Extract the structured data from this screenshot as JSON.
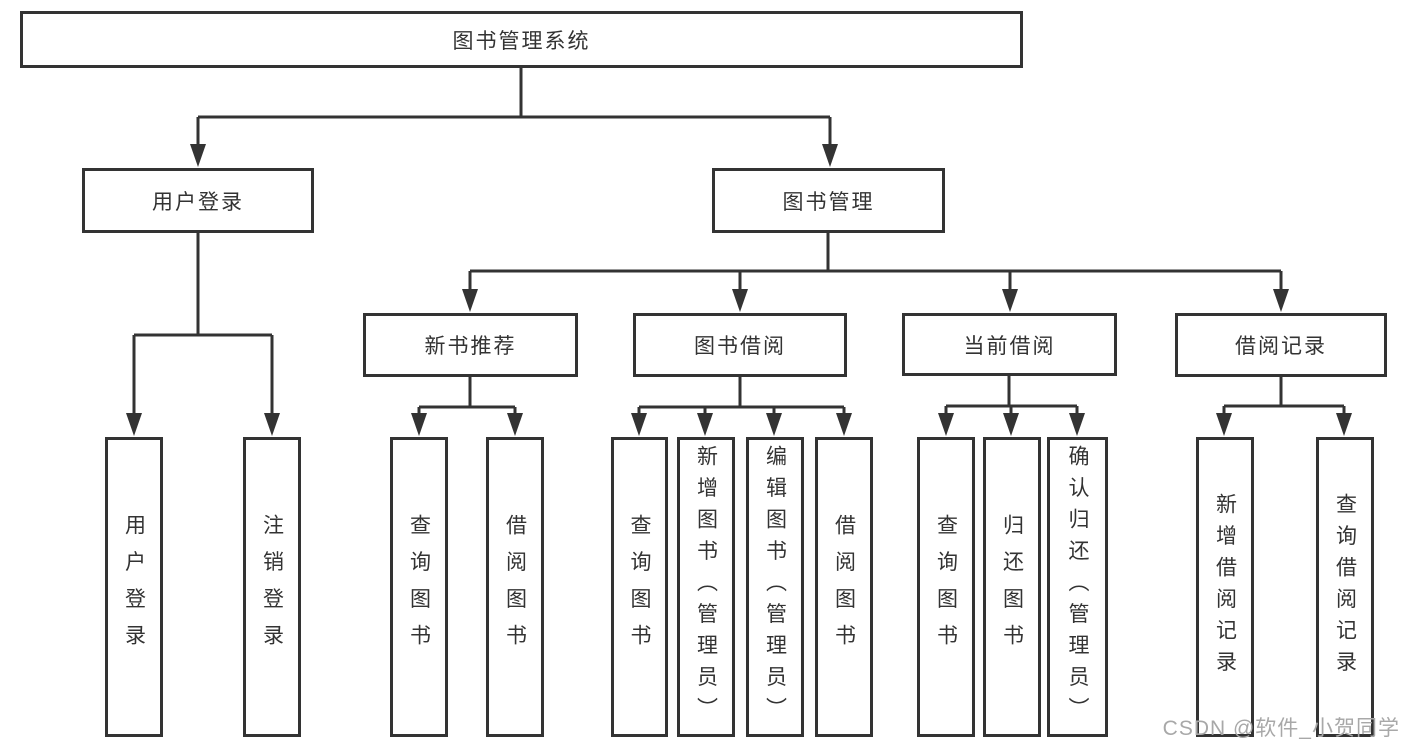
{
  "diagram": {
    "root": {
      "label": "图书管理系统"
    },
    "branches": [
      {
        "label": "用户登录",
        "children": [
          {
            "label": "用户登录"
          },
          {
            "label": "注销登录"
          }
        ]
      },
      {
        "label": "图书管理",
        "children": [
          {
            "label": "新书推荐",
            "children": [
              {
                "label": "查询图书"
              },
              {
                "label": "借阅图书"
              }
            ]
          },
          {
            "label": "图书借阅",
            "children": [
              {
                "label": "查询图书"
              },
              {
                "label": "新增图书（管理员）"
              },
              {
                "label": "编辑图书（管理员）"
              },
              {
                "label": "借阅图书"
              }
            ]
          },
          {
            "label": "当前借阅",
            "children": [
              {
                "label": "查询图书"
              },
              {
                "label": "归还图书"
              },
              {
                "label": "确认归还（管理员）"
              }
            ]
          },
          {
            "label": "借阅记录",
            "children": [
              {
                "label": "新增借阅记录"
              },
              {
                "label": "查询借阅记录"
              }
            ]
          }
        ]
      }
    ]
  },
  "watermark": {
    "text": "CSDN @软件_小贺同学"
  },
  "colors": {
    "line": "#333333",
    "text": "#333333",
    "watermark": "#a8a8a8",
    "background": "#ffffff"
  }
}
